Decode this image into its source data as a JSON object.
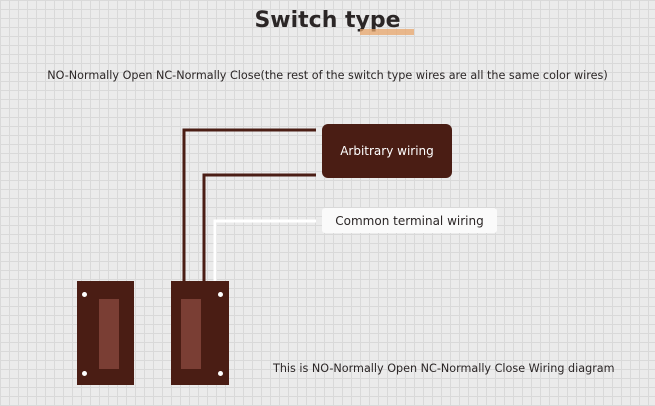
{
  "title": "Switch type",
  "subtitle": "NO-Normally Open NC-Normally Close(the rest of the switch type wires are all the same color wires)",
  "labels": {
    "arbitrary": "Arbitrary wiring",
    "common": "Common terminal wiring"
  },
  "caption": "This is NO-Normally Open NC-Normally Close Wiring diagram",
  "colors": {
    "wire_dark": "#4a1d14",
    "wire_white": "#ffffff",
    "sensor_body": "#4a1d14",
    "sensor_inner": "#7a3e34",
    "accent_underline": "#e8a66b"
  }
}
